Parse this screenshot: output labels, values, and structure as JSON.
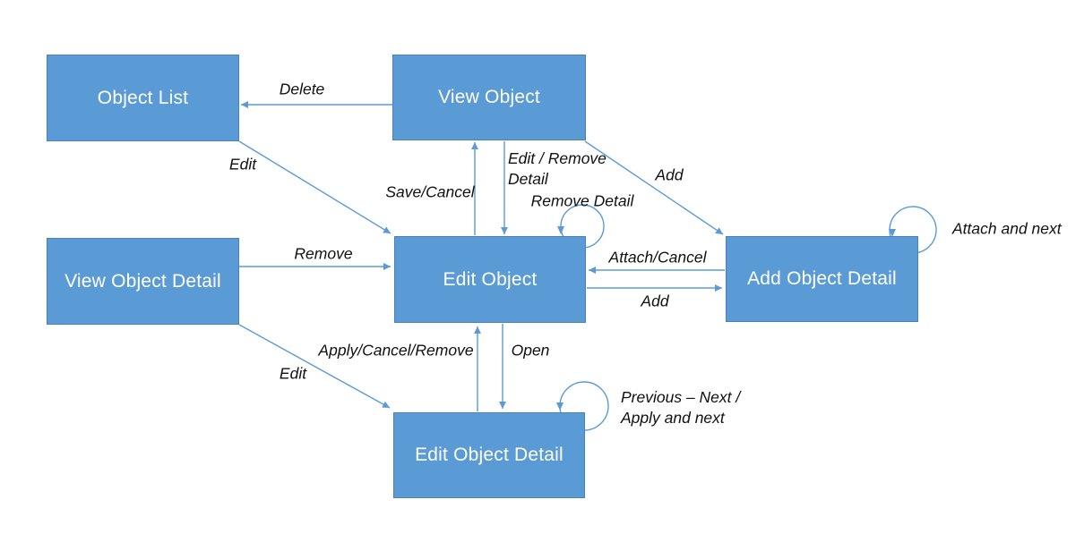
{
  "diagram": {
    "type": "state-transition-diagram",
    "background": "#ffffff",
    "colors": {
      "node_fill": "#5b9bd5",
      "node_border": "#4a80bc",
      "node_text": "#ffffff",
      "arrow": "#5b9bd5",
      "label_text": "#111111",
      "background": "#ffffff"
    },
    "nodes": [
      {
        "id": "object-list",
        "label": "Object List"
      },
      {
        "id": "view-object",
        "label": "View Object"
      },
      {
        "id": "view-object-detail",
        "label": "View Object Detail"
      },
      {
        "id": "edit-object",
        "label": "Edit Object"
      },
      {
        "id": "add-object-detail",
        "label": "Add Object Detail"
      },
      {
        "id": "edit-object-detail",
        "label": "Edit Object Detail"
      }
    ],
    "edges": [
      {
        "from": "view-object",
        "to": "object-list",
        "label": "Delete"
      },
      {
        "from": "object-list",
        "to": "edit-object",
        "label": "Edit"
      },
      {
        "from": "edit-object",
        "to": "view-object",
        "label": "Save/Cancel"
      },
      {
        "from": "view-object",
        "to": "edit-object",
        "label": "Edit / Remove",
        "label2": "Detail"
      },
      {
        "from": "view-object",
        "to": "add-object-detail",
        "label": "Add"
      },
      {
        "from": "edit-object",
        "to": "edit-object",
        "label": "Remove Detail",
        "type": "self-loop"
      },
      {
        "from": "add-object-detail",
        "to": "edit-object",
        "label": "Attach/Cancel"
      },
      {
        "from": "edit-object",
        "to": "add-object-detail",
        "label": "Add"
      },
      {
        "from": "add-object-detail",
        "to": "add-object-detail",
        "label": "Attach and next",
        "type": "self-loop"
      },
      {
        "from": "view-object-detail",
        "to": "edit-object",
        "label": "Remove"
      },
      {
        "from": "edit-object-detail",
        "to": "edit-object",
        "label": "Apply/Cancel/Remove"
      },
      {
        "from": "edit-object",
        "to": "edit-object-detail",
        "label": "Open"
      },
      {
        "from": "view-object-detail",
        "to": "edit-object-detail",
        "label": "Edit"
      },
      {
        "from": "edit-object-detail",
        "to": "edit-object-detail",
        "label": "Previous – Next /",
        "label2": "Apply and next",
        "type": "self-loop"
      }
    ]
  }
}
